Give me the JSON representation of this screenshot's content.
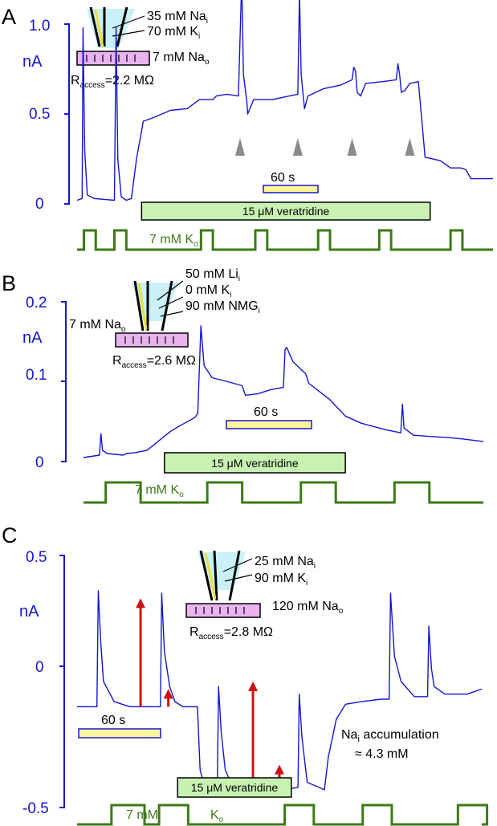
{
  "chart_data": [
    {
      "panel": "A",
      "type": "line",
      "ylabel": "nA",
      "yticks": [
        "1.0",
        "0.5",
        "0"
      ],
      "ylim": [
        0,
        1.0
      ],
      "solutions": {
        "pipette": [
          "35 mM Na",
          "70 mM K"
        ],
        "pipette_sub": [
          "i",
          "i"
        ],
        "bath": "7 mM Na",
        "bath_sub": "o",
        "access_prefix": "R",
        "access_sub": "access",
        "access_value": "=2.2 MΩ"
      },
      "scale_bar": "60 s",
      "drug_bar": "15 μM veratridine",
      "ko_label": "7 mM K",
      "ko_sub": "o",
      "x_units": "s",
      "trace": [
        [
          0,
          0.02
        ],
        [
          3,
          0.03
        ],
        [
          3.5,
          0.98
        ],
        [
          4.5,
          0.3
        ],
        [
          6,
          0.05
        ],
        [
          10,
          0.03
        ],
        [
          22,
          0.02
        ],
        [
          23,
          0.98
        ],
        [
          24,
          0.25
        ],
        [
          26,
          0.04
        ],
        [
          29,
          0.02
        ],
        [
          32,
          0.03
        ],
        [
          35,
          0.25
        ],
        [
          39,
          0.46
        ],
        [
          45,
          0.48
        ],
        [
          55,
          0.52
        ],
        [
          65,
          0.53
        ],
        [
          72,
          0.58
        ],
        [
          80,
          0.58
        ],
        [
          82,
          0.6
        ],
        [
          88,
          0.61
        ],
        [
          95,
          0.6
        ],
        [
          97,
          1.25
        ],
        [
          98,
          0.72
        ],
        [
          100,
          0.57
        ],
        [
          100.5,
          0.5
        ],
        [
          104,
          0.58
        ],
        [
          115,
          0.58
        ],
        [
          125,
          0.6
        ],
        [
          130,
          0.61
        ],
        [
          131,
          1.18
        ],
        [
          132,
          0.72
        ],
        [
          133,
          0.62
        ],
        [
          134,
          0.53
        ],
        [
          136,
          0.6
        ],
        [
          145,
          0.64
        ],
        [
          155,
          0.66
        ],
        [
          162,
          0.69
        ],
        [
          163,
          0.76
        ],
        [
          164,
          0.74
        ],
        [
          165,
          0.62
        ],
        [
          167,
          0.6
        ],
        [
          170,
          0.67
        ],
        [
          180,
          0.68
        ],
        [
          188,
          0.69
        ],
        [
          189,
          0.78
        ],
        [
          190,
          0.72
        ],
        [
          191,
          0.62
        ],
        [
          193,
          0.63
        ],
        [
          196,
          0.67
        ],
        [
          201,
          0.68
        ],
        [
          202,
          0.58
        ],
        [
          205,
          0.26
        ],
        [
          214,
          0.24
        ],
        [
          220,
          0.2
        ],
        [
          226,
          0.2
        ],
        [
          229,
          0.19
        ],
        [
          232,
          0.14
        ],
        [
          235,
          0.14
        ],
        [
          245,
          0.14
        ]
      ],
      "arrowheads": [
        96,
        130,
        162,
        196
      ],
      "drug": [
        38,
        208
      ],
      "ko_pulses": [
        [
          4,
          11
        ],
        [
          22,
          29
        ],
        [
          73,
          80
        ],
        [
          105,
          112
        ],
        [
          142,
          149
        ],
        [
          178,
          185
        ],
        [
          220,
          227
        ]
      ]
    },
    {
      "panel": "B",
      "type": "line",
      "ylabel": "nA",
      "yticks": [
        "0.2",
        "0.1",
        "0"
      ],
      "ylim": [
        0,
        0.2
      ],
      "solutions": {
        "pipette": [
          "50 mM Li",
          "0 mM K",
          "90 mM NMG"
        ],
        "pipette_sub": [
          "i",
          "i",
          "i"
        ],
        "bath": "7 mM Na",
        "bath_sub": "o",
        "access_prefix": "R",
        "access_sub": "access",
        "access_value": "=2.6 MΩ"
      },
      "scale_bar": "60 s",
      "drug_bar": "15 μM veratridine",
      "ko_label": "7 mM K",
      "ko_sub": "o",
      "x_units": "s",
      "trace": [
        [
          0,
          0.005
        ],
        [
          10,
          0.008
        ],
        [
          11,
          0.035
        ],
        [
          12,
          0.014
        ],
        [
          15,
          0.01
        ],
        [
          25,
          0.008
        ],
        [
          27,
          0.01
        ],
        [
          32,
          0.011
        ],
        [
          40,
          0.014
        ],
        [
          50,
          0.03
        ],
        [
          55,
          0.038
        ],
        [
          61,
          0.045
        ],
        [
          70,
          0.055
        ],
        [
          72,
          0.06
        ],
        [
          74,
          0.17
        ],
        [
          76,
          0.12
        ],
        [
          81,
          0.105
        ],
        [
          91,
          0.1
        ],
        [
          100,
          0.095
        ],
        [
          102,
          0.083
        ],
        [
          110,
          0.085
        ],
        [
          118,
          0.09
        ],
        [
          126,
          0.093
        ],
        [
          127,
          0.14
        ],
        [
          128,
          0.143
        ],
        [
          132,
          0.125
        ],
        [
          140,
          0.11
        ],
        [
          142,
          0.098
        ],
        [
          155,
          0.078
        ],
        [
          165,
          0.057
        ],
        [
          175,
          0.048
        ],
        [
          190,
          0.04
        ],
        [
          200,
          0.036
        ],
        [
          201,
          0.072
        ],
        [
          202,
          0.042
        ],
        [
          208,
          0.033
        ],
        [
          222,
          0.031
        ],
        [
          230,
          0.03
        ],
        [
          240,
          0.028
        ],
        [
          252,
          0.025
        ]
      ],
      "drug": [
        51,
        165
      ],
      "ko_pulses": [
        [
          14,
          36
        ],
        [
          78,
          100
        ],
        [
          137,
          159
        ],
        [
          196,
          218
        ]
      ]
    },
    {
      "panel": "C",
      "type": "line",
      "ylabel": "nA",
      "yticks": [
        "0.5",
        "0",
        "-0.5"
      ],
      "ylim": [
        -0.5,
        0.5
      ],
      "solutions": {
        "pipette": [
          "25 mM Na",
          "90 mM K"
        ],
        "pipette_sub": [
          "i",
          "i"
        ],
        "bath": "120 mM Na",
        "bath_sub": "o",
        "access_prefix": "R",
        "access_sub": "access",
        "access_value": "=2.8 MΩ"
      },
      "scale_bar": "60 s",
      "drug_bar": "15 μM veratridine",
      "ko_label": "7 mM",
      "ko_label2": "K",
      "ko_sub": "o",
      "annotation_main": "Na",
      "annotation_sub": "i",
      "annotation_tail": " accumulation",
      "annotation_line2": "≈ 4.3 mM",
      "x_units": "s",
      "trace": [
        [
          0,
          -0.1
        ],
        [
          15,
          -0.1
        ],
        [
          16,
          0.36
        ],
        [
          18,
          0.15
        ],
        [
          20,
          0.0
        ],
        [
          25,
          -0.05
        ],
        [
          28,
          -0.08
        ],
        [
          40,
          -0.1
        ],
        [
          55,
          -0.1
        ],
        [
          63,
          -0.1
        ],
        [
          64,
          0.35
        ],
        [
          66,
          0.12
        ],
        [
          70,
          -0.02
        ],
        [
          74,
          -0.08
        ],
        [
          80,
          -0.1
        ],
        [
          91,
          -0.1
        ],
        [
          93,
          -0.35
        ],
        [
          97,
          -0.43
        ],
        [
          103,
          -0.42
        ],
        [
          106,
          -0.42
        ],
        [
          107,
          -0.02
        ],
        [
          109,
          -0.2
        ],
        [
          112,
          -0.35
        ],
        [
          117,
          -0.41
        ],
        [
          122,
          -0.42
        ],
        [
          124,
          -0.42
        ],
        [
          125,
          -0.43
        ],
        [
          126,
          -0.43
        ],
        [
          140,
          -0.43
        ],
        [
          155,
          -0.43
        ],
        [
          167,
          -0.42
        ],
        [
          168,
          -0.05
        ],
        [
          170,
          -0.22
        ],
        [
          174,
          -0.4
        ],
        [
          183,
          -0.42
        ],
        [
          187,
          -0.43
        ],
        [
          190,
          -0.3
        ],
        [
          196,
          -0.15
        ],
        [
          203,
          -0.09
        ],
        [
          215,
          -0.08
        ],
        [
          230,
          -0.07
        ],
        [
          236,
          -0.07
        ],
        [
          237,
          0.35
        ],
        [
          240,
          0.1
        ],
        [
          245,
          0.0
        ],
        [
          255,
          -0.06
        ],
        [
          265,
          -0.06
        ],
        [
          266,
          0.22
        ],
        [
          268,
          0.05
        ],
        [
          270,
          -0.02
        ],
        [
          278,
          -0.05
        ],
        [
          295,
          -0.05
        ],
        [
          306,
          -0.03
        ]
      ],
      "arrows": [
        [
          48,
          -0.1,
          0.33
        ],
        [
          69,
          -0.1,
          -0.03
        ],
        [
          133,
          -0.43,
          0.0
        ],
        [
          153,
          -0.43,
          -0.33
        ]
      ],
      "drug": [
        76,
        162
      ],
      "ko_pulses": [
        [
          26,
          51
        ],
        [
          62,
          84
        ],
        [
          157,
          179
        ],
        [
          216,
          238
        ],
        [
          288,
          310
        ]
      ]
    }
  ]
}
